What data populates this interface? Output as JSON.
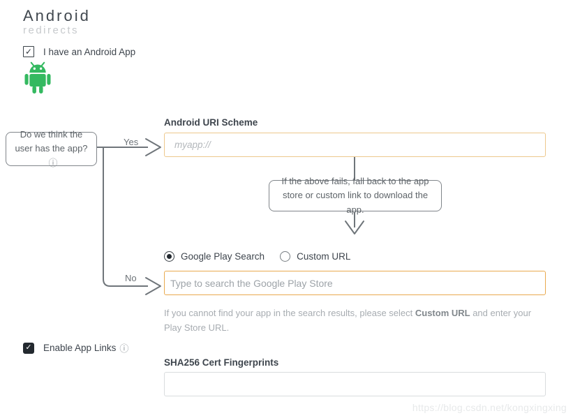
{
  "header": {
    "title": "Android",
    "subtitle": "redirects"
  },
  "icons": {
    "check": "✓",
    "info": "ⓘ"
  },
  "checkboxes": {
    "have_app": {
      "label": "I have an Android App",
      "checked": true
    },
    "app_links": {
      "label": "Enable App Links",
      "checked": true
    }
  },
  "flow": {
    "question": "Do we think the user has the app?",
    "yes_label": "Yes",
    "no_label": "No",
    "fallback_note": "If the above fails, fall back to the app store or custom link to download the app."
  },
  "uri_field": {
    "label": "Android URI Scheme",
    "value": "",
    "placeholder": "myapp://"
  },
  "store_options": {
    "google_play_label": "Google Play Search",
    "custom_url_label": "Custom URL",
    "selected": "Google Play Search"
  },
  "store_field": {
    "value": "",
    "placeholder": "Type to search the Google Play Store"
  },
  "helper": {
    "prefix": "If you cannot find your app in the search results, please select ",
    "bold": "Custom URL",
    "suffix": " and enter your Play Store URL."
  },
  "sha_field": {
    "label": "SHA256 Cert Fingerprints",
    "value": ""
  },
  "watermark": {
    "text": "https://blog.csdn.net/kongxingxing"
  },
  "colors": {
    "accent_orange": "#e9a94e",
    "accent_orange_light": "#edc88c",
    "android_green": "#34b960",
    "line_gray": "#6f757a",
    "text_dark": "#3e454d"
  }
}
